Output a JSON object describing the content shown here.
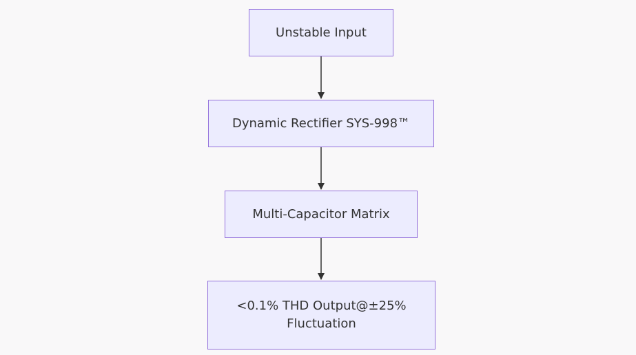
{
  "flowchart": {
    "nodes": [
      {
        "id": "unstable-input",
        "label": "Unstable Input"
      },
      {
        "id": "dynamic-rectifier",
        "label": "Dynamic Rectifier SYS-998™"
      },
      {
        "id": "multi-capacitor-matrix",
        "label": "Multi-Capacitor Matrix"
      },
      {
        "id": "thd-output",
        "label": "<0.1% THD Output@±25% Fluctuation"
      }
    ],
    "edges": [
      {
        "from": "unstable-input",
        "to": "dynamic-rectifier"
      },
      {
        "from": "dynamic-rectifier",
        "to": "multi-capacitor-matrix"
      },
      {
        "from": "multi-capacitor-matrix",
        "to": "thd-output"
      }
    ],
    "colors": {
      "background": "#f9f8f9",
      "node_fill": "#ececfe",
      "node_border": "#9370db",
      "text": "#333333",
      "edge": "#333333"
    }
  }
}
